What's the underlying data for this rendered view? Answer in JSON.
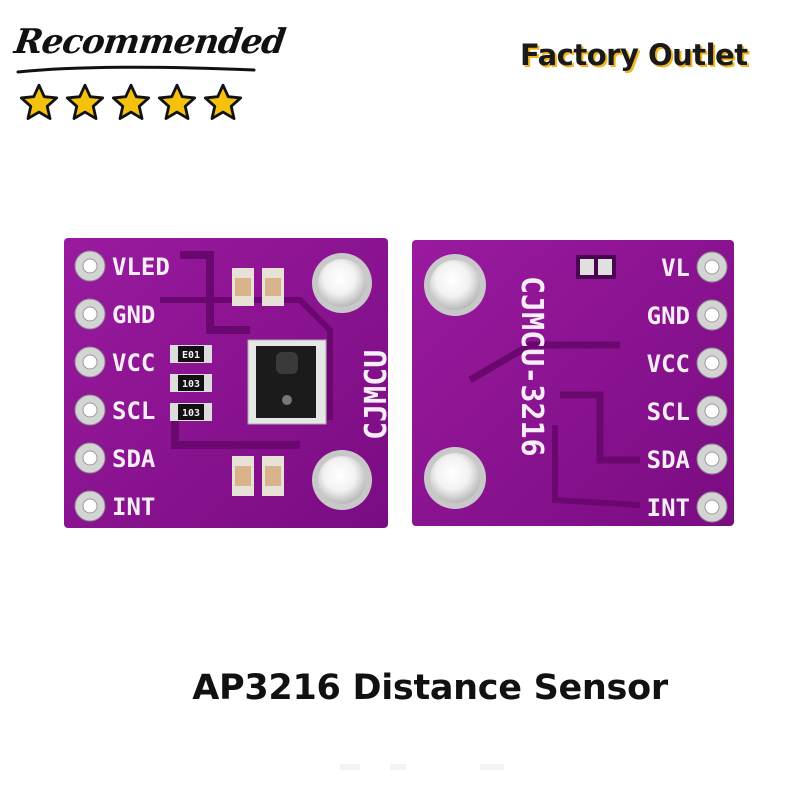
{
  "badge": {
    "label": "Recommended",
    "rating": 5,
    "star_color": "#f4c20d"
  },
  "tagline": "Factory Outlet",
  "product": {
    "caption": "AP3216 Distance Sensor",
    "pcb_color": "#8b1191",
    "left_board": {
      "pins": [
        "VLED",
        "GND",
        "VCC",
        "SCL",
        "SDA",
        "INT"
      ],
      "silkscreen": "CJMCU",
      "resistors": [
        "E01",
        "103",
        "103"
      ]
    },
    "right_board": {
      "pins": [
        "VL",
        "GND",
        "VCC",
        "SCL",
        "SDA",
        "INT"
      ],
      "silkscreen": "CJMCU-3216"
    }
  }
}
